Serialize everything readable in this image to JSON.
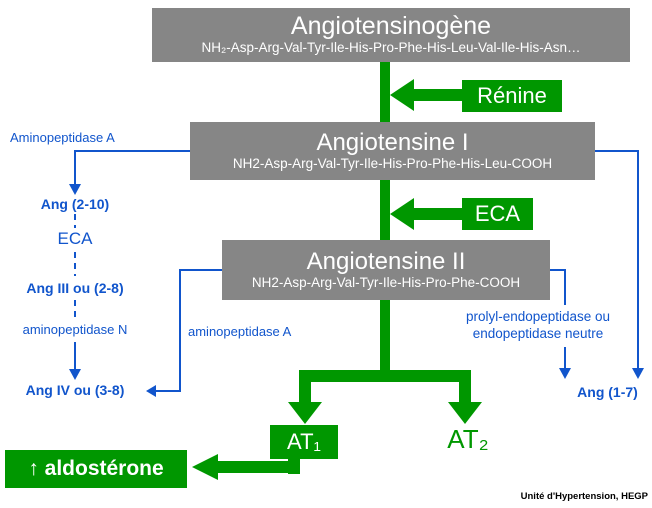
{
  "colors": {
    "green": "#009700",
    "blue": "#1155cc",
    "gray": "#868686"
  },
  "cascade": {
    "angiotensinogen": {
      "title": "Angiotensinogène",
      "sequence": "NH₂-Asp-Arg-Val-Tyr-Ile-His-Pro-Phe-His-Leu-Val-Ile-His-Asn…"
    },
    "angiotensin_i": {
      "title": "Angiotensine I",
      "sequence": "NH2-Asp-Arg-Val-Tyr-Ile-His-Pro-Phe-His-Leu-COOH"
    },
    "angiotensin_ii": {
      "title": "Angiotensine II",
      "sequence": "NH2-Asp-Arg-Val-Tyr-Ile-His-Pro-Phe-COOH"
    }
  },
  "enzymes": {
    "renin": "Rénine",
    "eca": "ECA"
  },
  "receptors": {
    "at1": "AT₁",
    "at2": "AT₂"
  },
  "effects": {
    "aldosterone": "↑ aldostérone"
  },
  "left_pathway": {
    "aminopeptidase_a": "Aminopeptidase A",
    "ang_2_10": "Ang (2-10)",
    "eca": "ECA",
    "ang_iii": "Ang III ou (2-8)",
    "aminopeptidase_n": "aminopeptidase N",
    "ang_iv": "Ang IV ou (3-8)"
  },
  "mid_pathway": {
    "aminopeptidase_a": "aminopeptidase A"
  },
  "right_pathway": {
    "enzyme_line1": "prolyl-endopeptidase ou",
    "enzyme_line2": "endopeptidase neutre",
    "ang_1_7": "Ang (1-7)"
  },
  "footer": {
    "credit": "Unité d'Hypertension, HEGP"
  }
}
